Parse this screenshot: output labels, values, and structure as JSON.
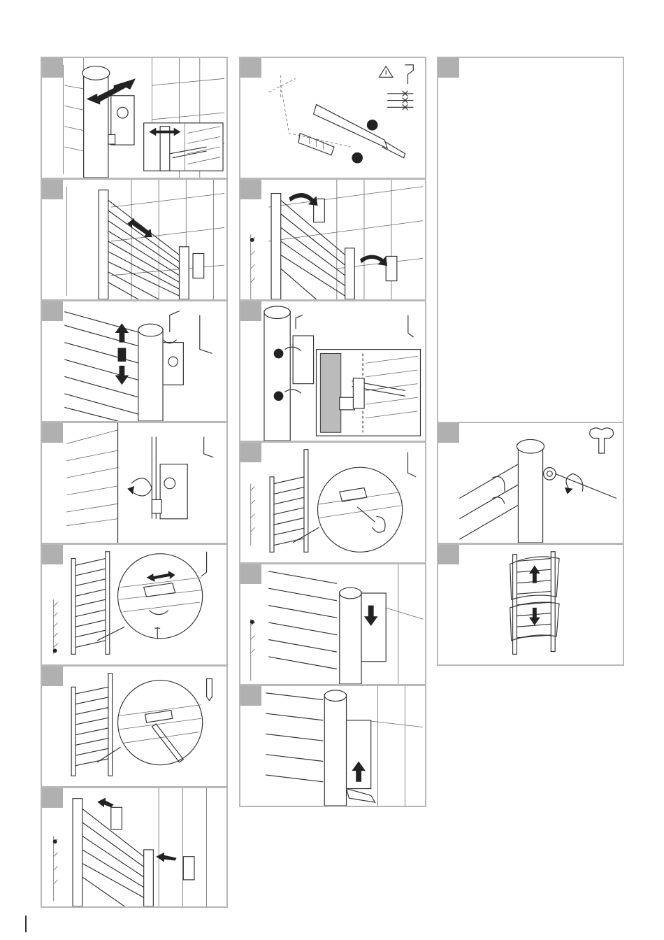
{
  "page": {
    "background": "#ffffff",
    "panel_border_color": "#b8b8b8",
    "tab_color": "#b0b0b0"
  },
  "panels": [
    {
      "id": "step-1",
      "column": 1,
      "illustration": "post-and-bracket-with-inset-icon"
    },
    {
      "id": "step-2",
      "column": 1,
      "illustration": "towel-rail-on-wall-icon"
    },
    {
      "id": "step-3",
      "column": 1,
      "illustration": "height-adjust-with-allen-key-icon"
    },
    {
      "id": "step-4",
      "column": 1,
      "illustration": "tighten-screw-allen-key-icon"
    },
    {
      "id": "step-5",
      "column": 1,
      "illustration": "bottom-bracket-zoom-icon"
    },
    {
      "id": "step-6",
      "column": 1,
      "illustration": "mark-with-pencil-icon"
    },
    {
      "id": "step-7",
      "column": 1,
      "illustration": "remove-rail-from-brackets-icon"
    },
    {
      "id": "step-8",
      "column": 2,
      "illustration": "drill-and-dowel-warning-icon"
    },
    {
      "id": "step-9",
      "column": 2,
      "illustration": "hang-rail-on-brackets-icon"
    },
    {
      "id": "step-10",
      "column": 2,
      "illustration": "fix-bracket-cross-section-icon"
    },
    {
      "id": "step-11",
      "column": 2,
      "illustration": "secure-bottom-screw-zoom-icon"
    },
    {
      "id": "step-12",
      "column": 2,
      "illustration": "slide-cover-down-icon"
    },
    {
      "id": "step-13",
      "column": 2,
      "illustration": "push-cover-up-icon"
    },
    {
      "id": "step-14",
      "column": 3,
      "illustration": "empty-notes-panel"
    },
    {
      "id": "step-15",
      "column": 3,
      "illustration": "bleed-valve-key-icon"
    },
    {
      "id": "step-16",
      "column": 3,
      "illustration": "towel-rail-with-towels-icon"
    }
  ]
}
